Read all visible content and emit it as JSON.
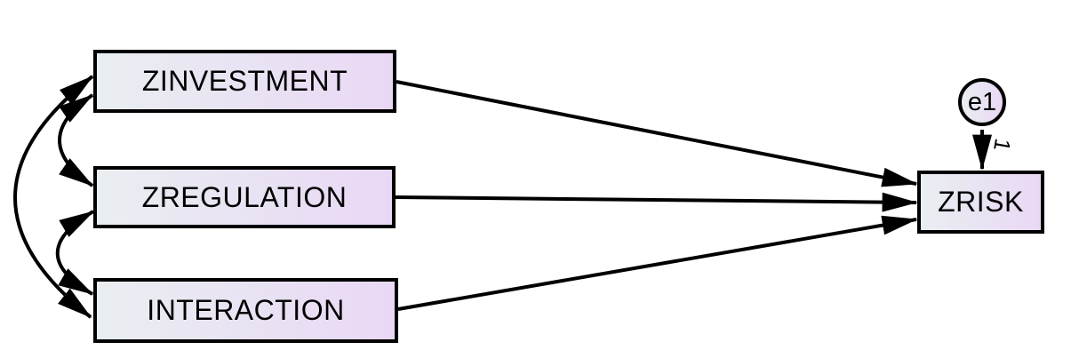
{
  "diagram": {
    "type": "structural-path-diagram",
    "nodes": {
      "zinvestment": {
        "label": "ZINVESTMENT",
        "shape": "rectangle"
      },
      "zregulation": {
        "label": "ZREGULATION",
        "shape": "rectangle"
      },
      "interaction": {
        "label": "INTERACTION",
        "shape": "rectangle"
      },
      "zrisk": {
        "label": "ZRISK",
        "shape": "rectangle"
      },
      "e1": {
        "label": "e1",
        "shape": "circle"
      }
    },
    "edges": [
      {
        "from": "zinvestment",
        "to": "zrisk",
        "type": "single-headed-arrow"
      },
      {
        "from": "zregulation",
        "to": "zrisk",
        "type": "single-headed-arrow"
      },
      {
        "from": "interaction",
        "to": "zrisk",
        "type": "single-headed-arrow"
      },
      {
        "from": "e1",
        "to": "zrisk",
        "type": "single-headed-arrow",
        "weight_label": "1"
      },
      {
        "from": "zinvestment",
        "to": "zregulation",
        "type": "double-headed-curve"
      },
      {
        "from": "zregulation",
        "to": "interaction",
        "type": "double-headed-curve"
      },
      {
        "from": "zinvestment",
        "to": "interaction",
        "type": "double-headed-curve"
      }
    ],
    "colors": {
      "stroke": "#000000",
      "fill_left": "#e9eef1",
      "fill_right": "#e9d8f5",
      "background": "#ffffff"
    }
  }
}
